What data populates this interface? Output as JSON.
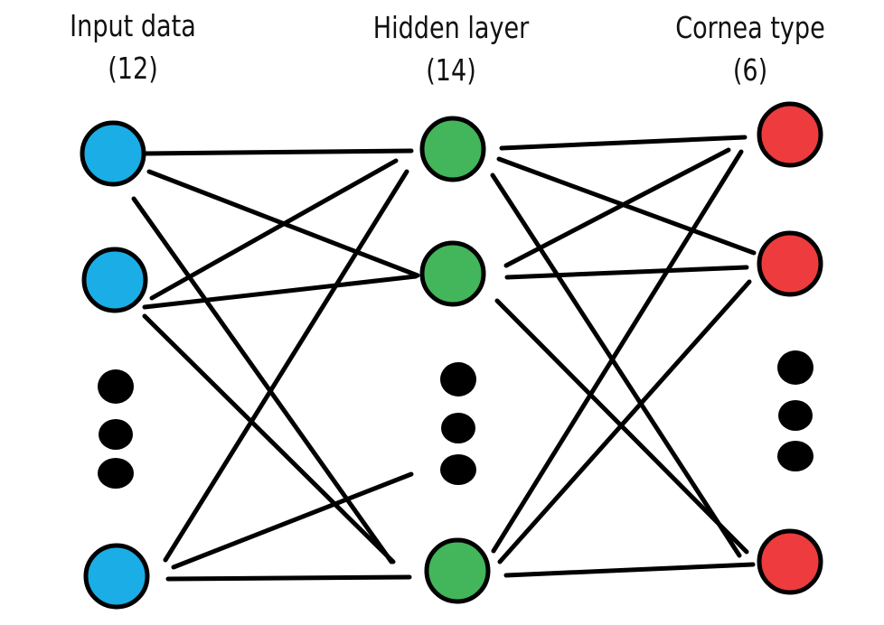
{
  "diagram": {
    "type": "feed-forward neural network",
    "layers": [
      {
        "id": "input",
        "title": "Input data",
        "count_label": "(12)",
        "size": 12,
        "fill": "#1AADE6",
        "drawn_nodes": 3,
        "ellipsis_after": 2
      },
      {
        "id": "hidden",
        "title": "Hidden layer",
        "count_label": "(14)",
        "size": 14,
        "fill": "#43B55A",
        "drawn_nodes": 3,
        "ellipsis_after": 2
      },
      {
        "id": "output",
        "title": "Cornea type",
        "count_label": "(6)",
        "size": 6,
        "fill": "#EE3B3E",
        "drawn_nodes": 3,
        "ellipsis_after": 2
      }
    ],
    "connectivity": "fully-connected between adjacent layers",
    "edge_color": "#000000",
    "ellipsis_color": "#000000",
    "node_outline_color": "#000000"
  }
}
